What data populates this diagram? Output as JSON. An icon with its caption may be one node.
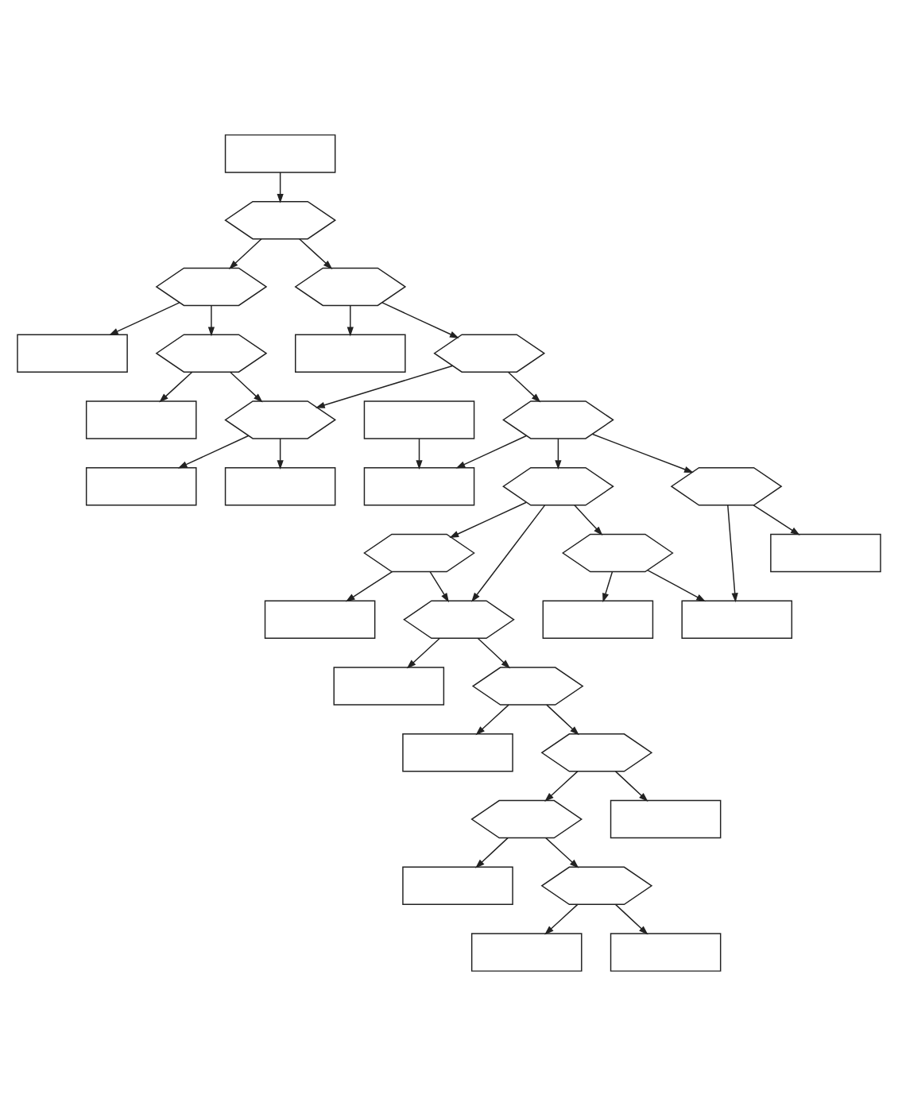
{
  "diagram": {
    "nodes": [
      {
        "text": [],
        "shape": "box"
      },
      {
        "text": [],
        "shape": "hexagon"
      },
      {
        "text": [],
        "shape": "hexagon"
      },
      {
        "text": [],
        "shape": "box"
      },
      {
        "text": [],
        "shape": "box"
      },
      {
        "text": [],
        "shape": "hexagon"
      },
      {
        "text": [],
        "shape": "hexagon"
      },
      {
        "text": [],
        "shape": "box"
      },
      {
        "text": [],
        "shape": "box"
      },
      {
        "text": [],
        "shape": "hexagon"
      },
      {
        "text": [],
        "shape": "hexagon"
      },
      {
        "text": [],
        "shape": "box"
      },
      {
        "text": [],
        "shape": "box"
      },
      {
        "text": [],
        "shape": "box"
      },
      {
        "text": [],
        "shape": "box"
      },
      {
        "text": [],
        "shape": "hexagon"
      },
      {
        "text": [],
        "shape": "hexagon"
      },
      {
        "text": [],
        "shape": "box"
      },
      {
        "text": [],
        "shape": "hexagon"
      },
      {
        "text": [],
        "shape": "hexagon"
      },
      {
        "text": [],
        "shape": "box"
      },
      {
        "text": [],
        "shape": "box"
      },
      {
        "text": [],
        "shape": "hexagon"
      },
      {
        "text": [],
        "shape": "hexagon"
      },
      {
        "text": [],
        "shape": "box"
      },
      {
        "text": [],
        "shape": "box"
      },
      {
        "text": [],
        "shape": "hexagon"
      },
      {
        "text": [],
        "shape": "box"
      },
      {
        "text": [],
        "shape": "hexagon"
      },
      {
        "text": [],
        "shape": "hexagon"
      },
      {
        "text": [],
        "shape": "box"
      },
      {
        "text": [],
        "shape": "hexagon"
      },
      {
        "text": [],
        "shape": "box"
      },
      {
        "text": [],
        "shape": "box"
      }
    ],
    "edges": [
      {
        "from": 0,
        "to": 1,
        "arrow": "to"
      },
      {
        "from": 1,
        "to": 2,
        "arrow": "to"
      },
      {
        "from": 2,
        "to": 3,
        "arrow": "to"
      },
      {
        "from": 1,
        "to": 5,
        "arrow": "to"
      },
      {
        "from": 2,
        "to": 6,
        "arrow": "to"
      },
      {
        "from": 5,
        "to": 4,
        "arrow": "to"
      },
      {
        "from": 6,
        "to": 7,
        "arrow": "to"
      },
      {
        "from": 6,
        "to": 10,
        "arrow": "to"
      },
      {
        "from": 5,
        "to": 9,
        "arrow": "to"
      },
      {
        "from": 9,
        "to": 10,
        "arrow": "to"
      },
      {
        "from": 10,
        "to": 11,
        "arrow": "to"
      },
      {
        "from": 10,
        "to": 13,
        "arrow": "to"
      },
      {
        "from": 12,
        "to": 8,
        "arrow": "to"
      },
      {
        "from": 15,
        "to": 8,
        "arrow": "to"
      },
      {
        "from": 9,
        "to": 15,
        "arrow": "to"
      },
      {
        "from": 15,
        "to": 16,
        "arrow": "to"
      },
      {
        "from": 16,
        "to": 17,
        "arrow": "to"
      },
      {
        "from": 16,
        "to": 20,
        "arrow": "to"
      },
      {
        "from": 15,
        "to": 19,
        "arrow": "to"
      },
      {
        "from": 18,
        "to": 14,
        "arrow": "to"
      },
      {
        "from": 19,
        "to": 18,
        "arrow": "to"
      },
      {
        "from": 18,
        "to": 22,
        "arrow": "to"
      },
      {
        "from": 19,
        "to": 22,
        "arrow": "to"
      },
      {
        "from": 19,
        "to": 23,
        "arrow": "to"
      },
      {
        "from": 23,
        "to": 20,
        "arrow": "to"
      },
      {
        "from": 22,
        "to": 21,
        "arrow": "to"
      },
      {
        "from": 23,
        "to": 24,
        "arrow": "to"
      },
      {
        "from": 22,
        "to": 26,
        "arrow": "to"
      },
      {
        "from": 26,
        "to": 27,
        "arrow": "to"
      },
      {
        "from": 26,
        "to": 29,
        "arrow": "to"
      },
      {
        "from": 29,
        "to": 28,
        "arrow": "to"
      },
      {
        "from": 29,
        "to": 30,
        "arrow": "to"
      },
      {
        "from": 28,
        "to": 25,
        "arrow": "to"
      },
      {
        "from": 28,
        "to": 31,
        "arrow": "to"
      },
      {
        "from": 31,
        "to": 32,
        "arrow": "to"
      },
      {
        "from": 31,
        "to": 33,
        "arrow": "to"
      }
    ]
  }
}
